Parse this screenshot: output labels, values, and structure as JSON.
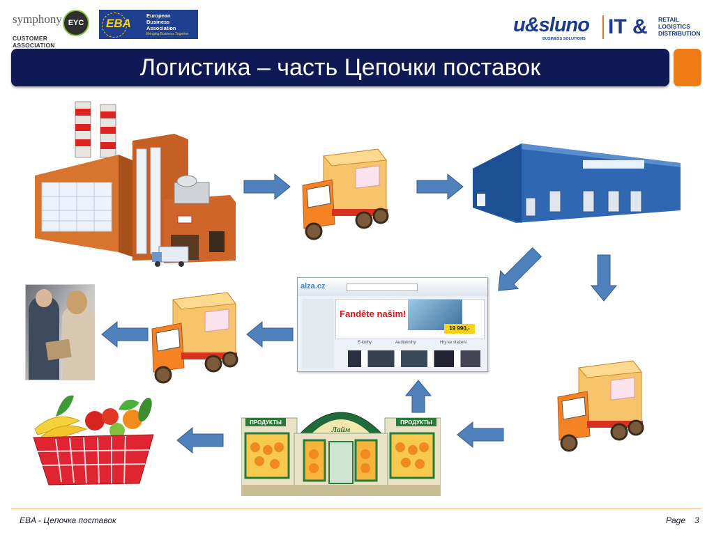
{
  "header": {
    "symphony": {
      "wordmark": "symphony",
      "badge": "EYC",
      "subtitle": "CUSTOMER ASSOCIATION"
    },
    "eba": {
      "mark": "EBA",
      "line1": "European",
      "line2": "Business",
      "line3": "Association",
      "tagline": "Bringing Business Together"
    },
    "usluno": {
      "brand": "u&sluno",
      "tagline": "BUSINESS SOLUTIONS",
      "it": "IT &",
      "line1": "RETAIL",
      "line2": "LOGISTICS",
      "line3": "DISTRIBUTION"
    }
  },
  "title": "Логистика – часть Цепочки поставок",
  "website": {
    "logo": "alza.cz",
    "headline": "Fandête našim!",
    "price": "19 990,-",
    "section1": "E-knihy",
    "section2": "Audioknihy",
    "section3": "Hry ke stažení"
  },
  "store": {
    "sign_left": "ПРОДУКТЫ",
    "sign_right": "ПРОДУКТЫ",
    "name": "Лайм"
  },
  "footer": {
    "left": "EBA - Цепочка поставок",
    "page_label": "Page",
    "page_number": "3"
  },
  "colors": {
    "title_bar": "#0f1a55",
    "accent": "#f07c16",
    "arrow": "#4f81bd"
  }
}
